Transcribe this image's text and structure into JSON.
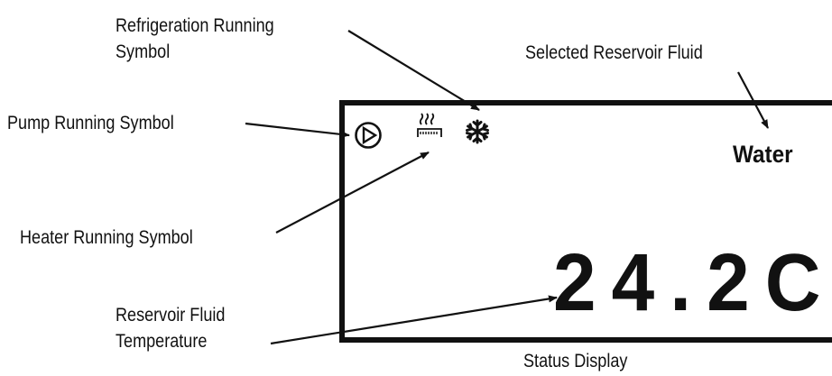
{
  "callouts": {
    "refrigeration_line1": "Refrigeration Running",
    "refrigeration_line2": "Symbol",
    "selected_fluid": "Selected Reservoir Fluid",
    "pump": "Pump Running Symbol",
    "heater": "Heater Running Symbol",
    "temperature_line1": "Reservoir Fluid",
    "temperature_line2": "Temperature",
    "status_display": "Status Display"
  },
  "display": {
    "fluid": "Water",
    "temperature": "24.2C"
  },
  "icons": [
    "pump-icon",
    "heater-icon",
    "snowflake-icon"
  ],
  "colors": {
    "ink": "#111111",
    "background": "#ffffff"
  }
}
